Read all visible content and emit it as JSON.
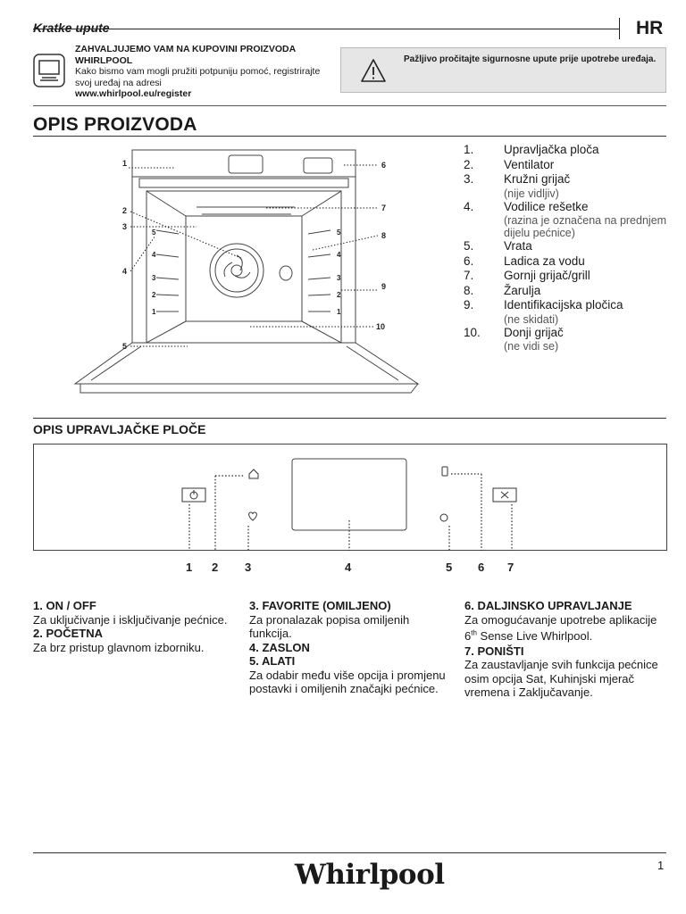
{
  "header": {
    "title": "Kratke upute",
    "lang": "HR"
  },
  "thanks": {
    "heading": "ZAHVALJUJEMO VAM NA KUPOVINI PROIZVODA WHIRLPOOL",
    "text": "Kako bismo vam mogli pružiti potpuniju pomoć, registrirajte svoj uređaj na adresi",
    "url": "www.whirlpool.eu/register"
  },
  "warning": {
    "text": "Pažljivo pročitajte sigurnosne upute prije upotrebe uređaja."
  },
  "section1": {
    "title": "OPIS PROIZVODA",
    "items": [
      {
        "num": "1.",
        "label": "Upravljačka ploča",
        "sub": ""
      },
      {
        "num": "2.",
        "label": "Ventilator",
        "sub": ""
      },
      {
        "num": "3.",
        "label": "Kružni grijač",
        "sub": "(nije vidljiv)"
      },
      {
        "num": "4.",
        "label": "Vodilice rešetke",
        "sub": "(razina je označena na prednjem dijelu pećnice)"
      },
      {
        "num": "5.",
        "label": "Vrata",
        "sub": ""
      },
      {
        "num": "6.",
        "label": "Ladica za vodu",
        "sub": ""
      },
      {
        "num": "7.",
        "label": "Gornji grijač/grill",
        "sub": ""
      },
      {
        "num": "8.",
        "label": "Žarulja",
        "sub": ""
      },
      {
        "num": "9.",
        "label": "Identifikacijska pločica",
        "sub": "(ne skidati)"
      },
      {
        "num": "10.",
        "label": "Donji grijač",
        "sub": "(ne vidi se)"
      }
    ],
    "callouts": [
      "1",
      "2",
      "3",
      "4",
      "5",
      "6",
      "7",
      "8",
      "9",
      "10"
    ],
    "levels": [
      "5",
      "4",
      "3",
      "2",
      "1"
    ]
  },
  "section2": {
    "title": "OPIS UPRAVLJAČKE PLOČE",
    "numbers": [
      "1",
      "2",
      "3",
      "4",
      "5",
      "6",
      "7"
    ],
    "col1": [
      {
        "title": "1. ON / OFF",
        "text": "Za uključivanje i isključivanje pećnice."
      },
      {
        "title": "2. POČETNA",
        "text": "Za brz pristup glavnom izborniku."
      }
    ],
    "col2": [
      {
        "title": "3. FAVORITE (OMILJENO)",
        "text": "Za pronalazak popisa omiljenih funkcija."
      },
      {
        "title": "4. ZASLON",
        "text": ""
      },
      {
        "title": "5. ALATI",
        "text": "Za odabir među više opcija i promjenu postavki i omiljenih značajki pećnice."
      }
    ],
    "col3": [
      {
        "title": "6. DALJINSKO UPRAVLJANJE",
        "text_a": "Za omogućavanje upotrebe aplikacije 6",
        "sup": "th",
        "text_b": " Sense Live Whirlpool."
      },
      {
        "title": "7. PONIŠTI",
        "text": "Za zaustavljanje svih funkcija pećnice osim opcija Sat, Kuhinjski mjerač vremena i Zaključavanje."
      }
    ]
  },
  "footer": {
    "brand": "Whirlpool",
    "page": "1"
  }
}
